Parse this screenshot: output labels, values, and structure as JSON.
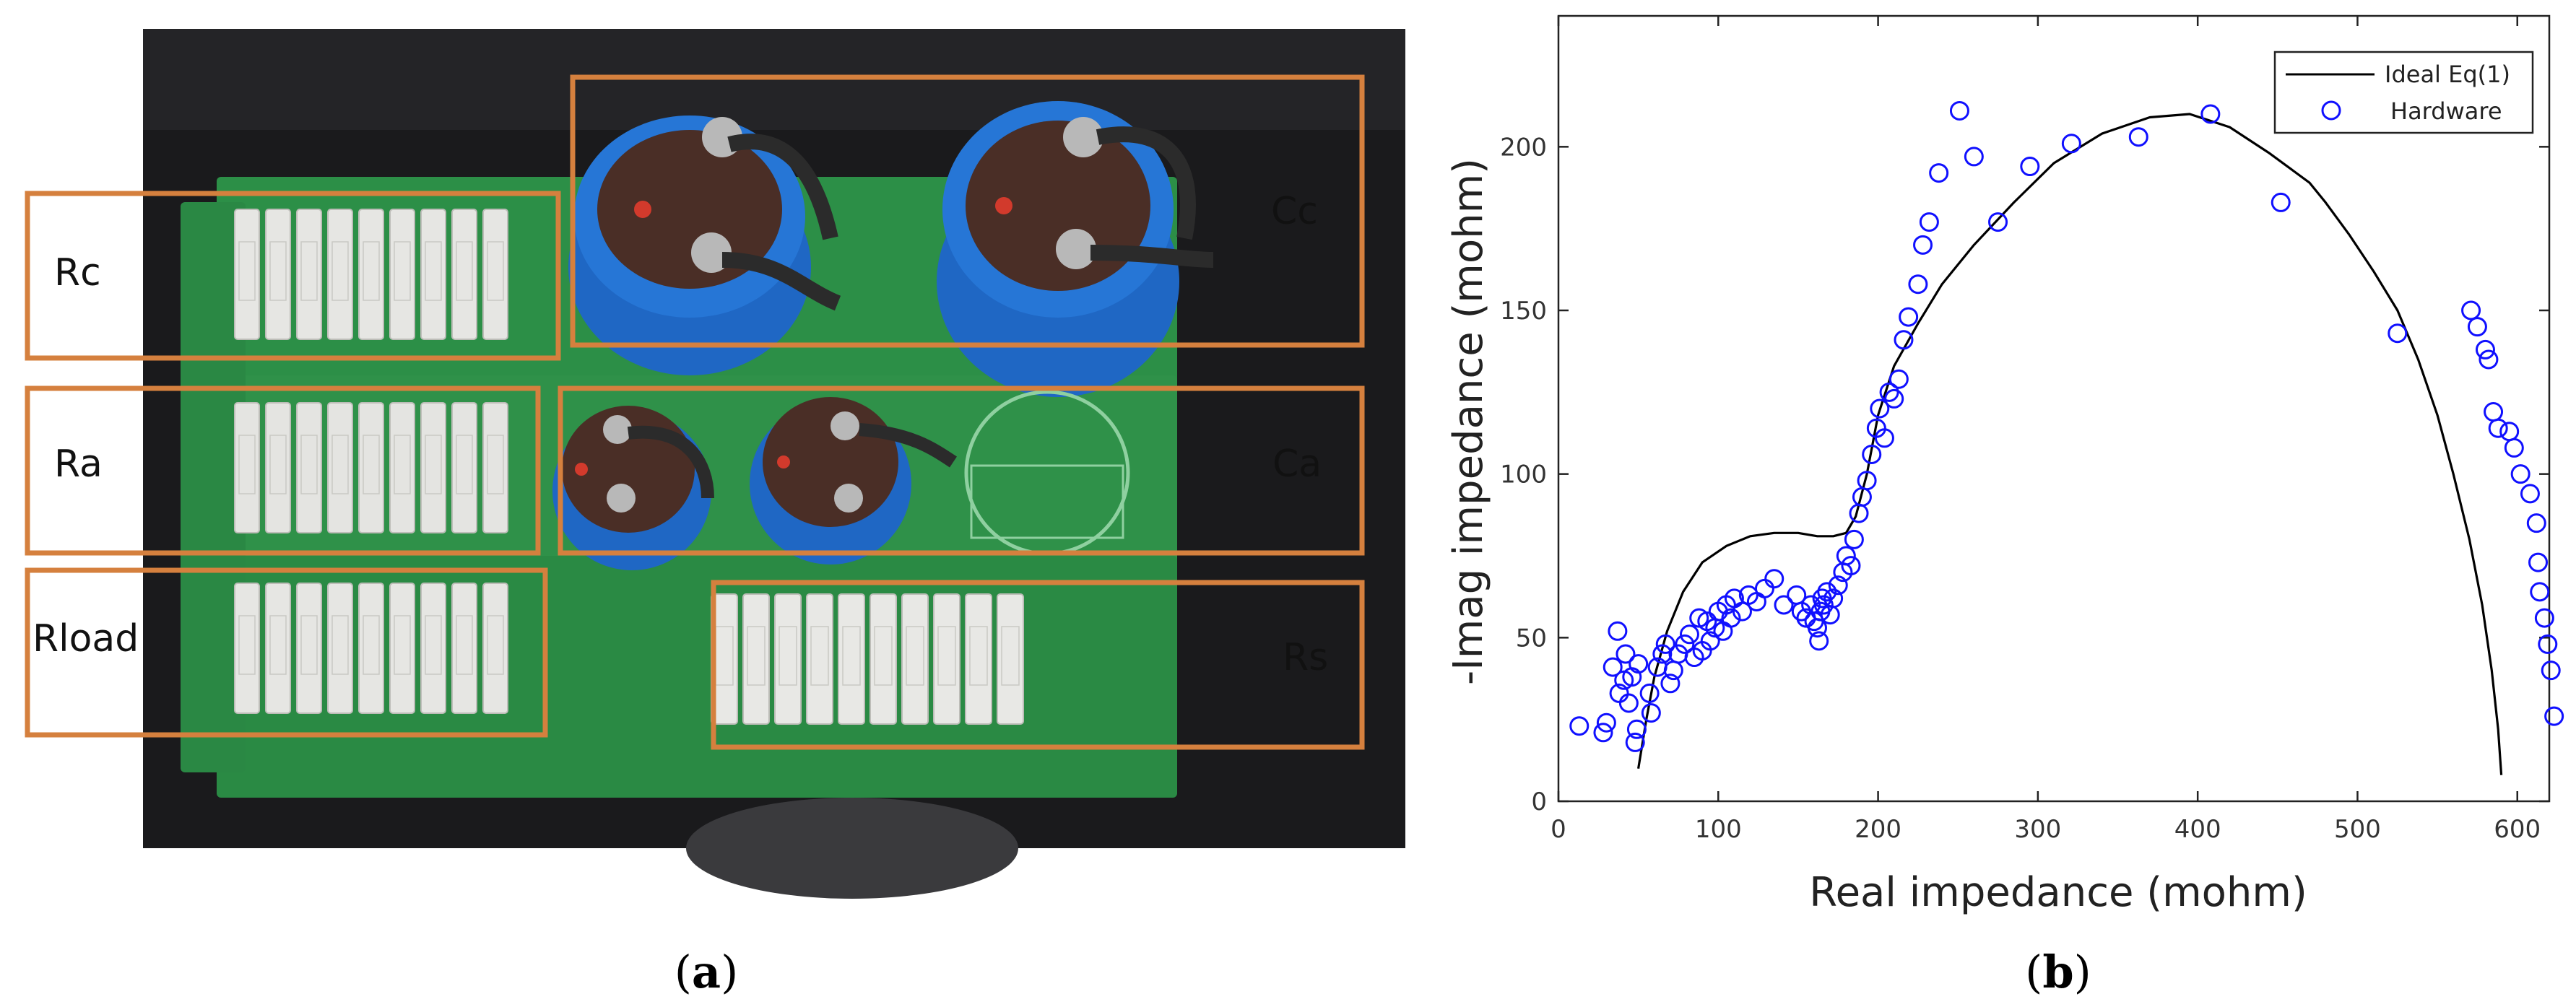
{
  "panel_a": {
    "caption": "a",
    "labels": {
      "rc": "Rc",
      "cc": "Cc",
      "ra": "Ra",
      "ca": "Ca",
      "rload": "Rload",
      "rs": "Rs"
    },
    "colors": {
      "box": "#d5803e",
      "board": "#2c8f47",
      "capacitor": "#1f67c4",
      "resistor": "#e6e6e3",
      "bench": "#1a1a1c"
    }
  },
  "panel_b": {
    "caption": "b"
  },
  "chart_data": {
    "type": "scatter",
    "xlabel": "Real impedance (mohm)",
    "ylabel": "-Imag impedance (mohm)",
    "xlim": [
      0,
      620
    ],
    "ylim": [
      0,
      240
    ],
    "xticks": [
      0,
      100,
      200,
      300,
      400,
      500,
      600
    ],
    "yticks": [
      0,
      50,
      100,
      150,
      200
    ],
    "legend_position": "top-right",
    "grid": false,
    "series": [
      {
        "name": "Ideal Eq(1)",
        "kind": "line",
        "color": "#000000",
        "x": [
          50,
          55,
          60,
          68,
          78,
          90,
          105,
          120,
          135,
          150,
          162,
          172,
          180,
          186,
          193,
          200,
          210,
          225,
          240,
          260,
          285,
          310,
          340,
          370,
          395,
          420,
          445,
          470,
          480,
          495,
          510,
          525,
          538,
          550,
          560,
          570,
          578,
          584,
          588,
          590
        ],
        "y": [
          10,
          25,
          38,
          52,
          64,
          73,
          78,
          81,
          82,
          82,
          81,
          81,
          82,
          87,
          100,
          118,
          133,
          146,
          158,
          170,
          183,
          195,
          204,
          209,
          210,
          206,
          198,
          189,
          183,
          173,
          162,
          150,
          135,
          118,
          100,
          80,
          60,
          40,
          22,
          8
        ]
      },
      {
        "name": "Hardware",
        "kind": "markers",
        "color": "#1010ff",
        "x": [
          13,
          28,
          30,
          34,
          37,
          38,
          41,
          42,
          44,
          46,
          48,
          49,
          50,
          57,
          58,
          62,
          65,
          67,
          70,
          72,
          75,
          79,
          82,
          85,
          88,
          90,
          93,
          95,
          98,
          100,
          103,
          105,
          108,
          110,
          115,
          119,
          124,
          129,
          135,
          141,
          149,
          152,
          155,
          158,
          160,
          162,
          163,
          164,
          165,
          166,
          168,
          170,
          172,
          175,
          178,
          180,
          183,
          185,
          188,
          190,
          193,
          196,
          199,
          201,
          204,
          207,
          210,
          213,
          216,
          219,
          225,
          228,
          232,
          238,
          251,
          260,
          275,
          295,
          321,
          363,
          408,
          452,
          525,
          571,
          575,
          580,
          582,
          585,
          588,
          595,
          598,
          602,
          608,
          612,
          613,
          614,
          617,
          619,
          621,
          623
        ],
        "y": [
          23,
          21,
          24,
          41,
          52,
          33,
          37,
          45,
          30,
          38,
          18,
          22,
          42,
          33,
          27,
          41,
          45,
          48,
          36,
          40,
          45,
          48,
          51,
          44,
          56,
          46,
          55,
          49,
          53,
          58,
          52,
          60,
          56,
          62,
          58,
          63,
          61,
          65,
          68,
          60,
          63,
          58,
          56,
          60,
          55,
          53,
          49,
          58,
          62,
          60,
          64,
          57,
          62,
          66,
          70,
          75,
          72,
          80,
          88,
          93,
          98,
          106,
          114,
          120,
          111,
          125,
          123,
          129,
          141,
          148,
          158,
          170,
          177,
          192,
          211,
          197,
          177,
          194,
          201,
          203,
          210,
          183,
          143,
          150,
          145,
          138,
          135,
          119,
          114,
          113,
          108,
          100,
          94,
          85,
          73,
          64,
          56,
          48,
          40,
          26
        ]
      }
    ]
  }
}
